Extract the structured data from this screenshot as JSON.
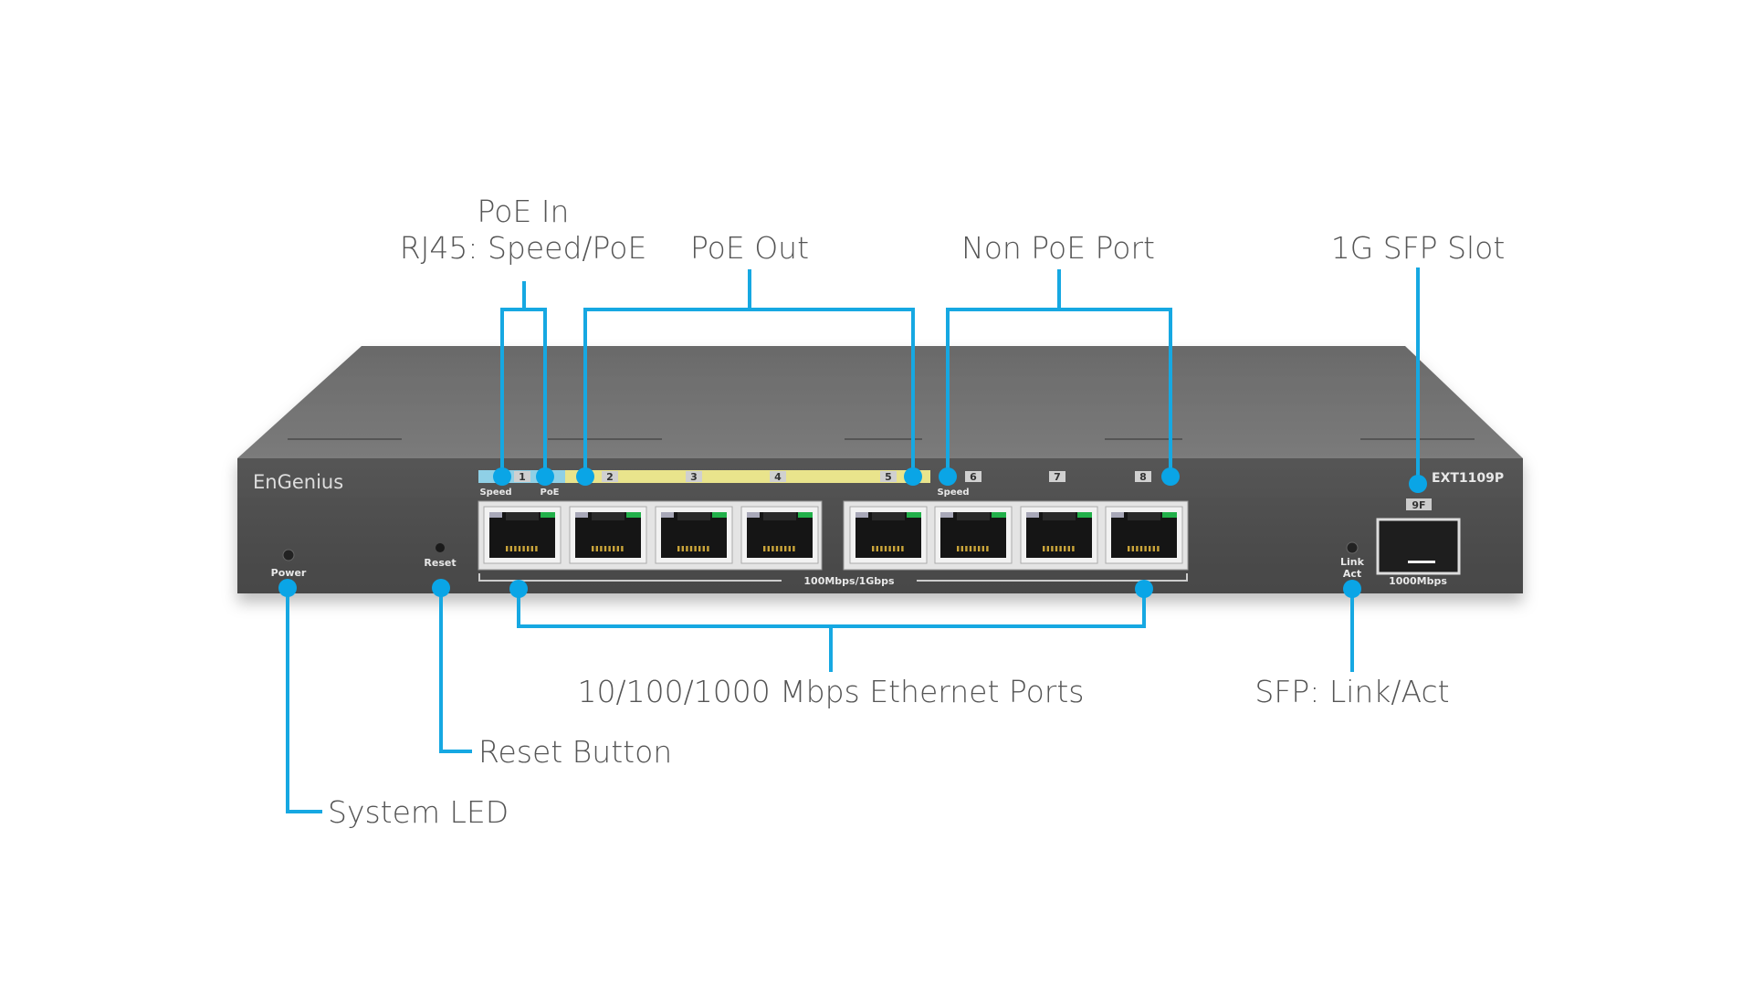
{
  "callouts": {
    "poe_in_line1": "PoE In",
    "poe_in_line2": "RJ45: Speed/PoE",
    "poe_out": "PoE Out",
    "non_poe": "Non PoE Port",
    "sfp_slot": "1G SFP Slot",
    "ethernet_ports": "10/100/1000 Mbps Ethernet Ports",
    "sfp_link": "SFP: Link/Act",
    "reset_button": "Reset Button",
    "system_led": "System LED"
  },
  "device": {
    "brand": "EnGenius",
    "model": "EXT1109P",
    "power_label": "Power",
    "reset_label": "Reset",
    "speed_label": "Speed",
    "poe_label": "PoE",
    "speed_label_2": "Speed",
    "port_numbers": [
      "1",
      "2",
      "3",
      "4",
      "5",
      "6",
      "7",
      "8"
    ],
    "sfp_port_number": "9F",
    "rj45_speed": "100Mbps/1Gbps",
    "sfp_speed": "1000Mbps",
    "link_label": "Link",
    "act_label": "Act"
  },
  "colors": {
    "callout_line": "#16a8e2",
    "chassis": "#4d4d4d",
    "poe_strip": "#e9e48c",
    "poe_in_strip": "#8fd0e6"
  }
}
